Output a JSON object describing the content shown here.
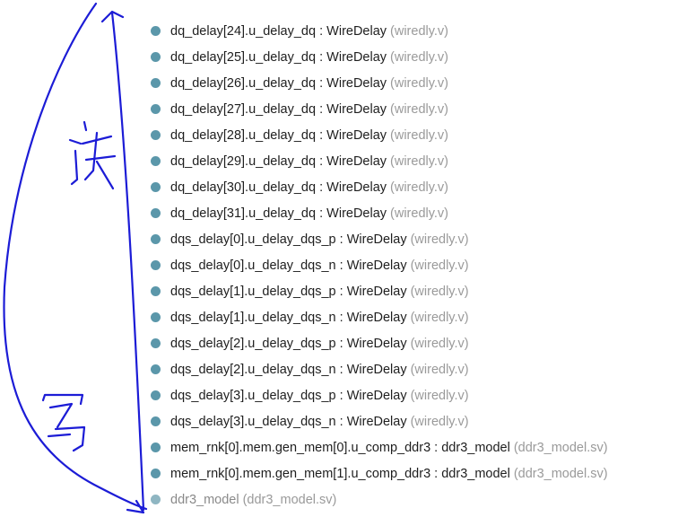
{
  "hierarchy": {
    "items": [
      {
        "instance": "dq_delay[24].u_delay_dq",
        "separator": " : ",
        "module": "WireDelay",
        "file": "(wiredly.v)"
      },
      {
        "instance": "dq_delay[25].u_delay_dq",
        "separator": " : ",
        "module": "WireDelay",
        "file": "(wiredly.v)"
      },
      {
        "instance": "dq_delay[26].u_delay_dq",
        "separator": " : ",
        "module": "WireDelay",
        "file": "(wiredly.v)"
      },
      {
        "instance": "dq_delay[27].u_delay_dq",
        "separator": " : ",
        "module": "WireDelay",
        "file": "(wiredly.v)"
      },
      {
        "instance": "dq_delay[28].u_delay_dq",
        "separator": " : ",
        "module": "WireDelay",
        "file": "(wiredly.v)"
      },
      {
        "instance": "dq_delay[29].u_delay_dq",
        "separator": " : ",
        "module": "WireDelay",
        "file": "(wiredly.v)"
      },
      {
        "instance": "dq_delay[30].u_delay_dq",
        "separator": " : ",
        "module": "WireDelay",
        "file": "(wiredly.v)"
      },
      {
        "instance": "dq_delay[31].u_delay_dq",
        "separator": " : ",
        "module": "WireDelay",
        "file": "(wiredly.v)"
      },
      {
        "instance": "dqs_delay[0].u_delay_dqs_p",
        "separator": " : ",
        "module": "WireDelay",
        "file": "(wiredly.v)"
      },
      {
        "instance": "dqs_delay[0].u_delay_dqs_n",
        "separator": " : ",
        "module": "WireDelay",
        "file": "(wiredly.v)"
      },
      {
        "instance": "dqs_delay[1].u_delay_dqs_p",
        "separator": " : ",
        "module": "WireDelay",
        "file": "(wiredly.v)"
      },
      {
        "instance": "dqs_delay[1].u_delay_dqs_n",
        "separator": " : ",
        "module": "WireDelay",
        "file": "(wiredly.v)"
      },
      {
        "instance": "dqs_delay[2].u_delay_dqs_p",
        "separator": " : ",
        "module": "WireDelay",
        "file": "(wiredly.v)"
      },
      {
        "instance": "dqs_delay[2].u_delay_dqs_n",
        "separator": " : ",
        "module": "WireDelay",
        "file": "(wiredly.v)"
      },
      {
        "instance": "dqs_delay[3].u_delay_dqs_p",
        "separator": " : ",
        "module": "WireDelay",
        "file": "(wiredly.v)"
      },
      {
        "instance": "dqs_delay[3].u_delay_dqs_n",
        "separator": " : ",
        "module": "WireDelay",
        "file": "(wiredly.v)"
      },
      {
        "instance": "mem_rnk[0].mem.gen_mem[0].u_comp_ddr3",
        "separator": " : ",
        "module": "ddr3_model",
        "file": "(ddr3_model.sv)"
      },
      {
        "instance": "mem_rnk[0].mem.gen_mem[1].u_comp_ddr3",
        "separator": " : ",
        "module": "ddr3_model",
        "file": "(ddr3_model.sv)"
      },
      {
        "instance": "",
        "separator": "",
        "module": "ddr3_model",
        "file": "(ddr3_model.sv)"
      }
    ]
  },
  "annotation": {
    "top_mark": "读",
    "bottom_mark": "写",
    "ink_color": "#1c1cd6"
  },
  "colors": {
    "node_dot": "#5b97aa",
    "text": "#1e1e1e",
    "file_text": "#9a9a9a"
  }
}
